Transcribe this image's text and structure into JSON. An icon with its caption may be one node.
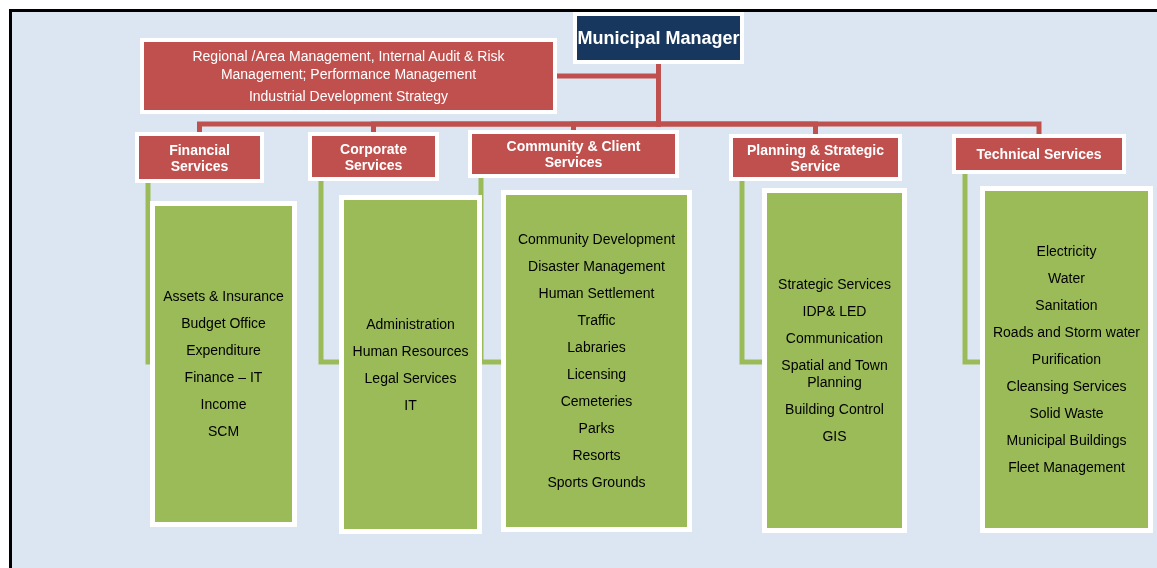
{
  "diagram": {
    "nodes": [
      {
        "text": [
          "Municipal Manager"
        ]
      },
      {
        "text": [
          "Regional /Area Management, Internal Audit & Risk Management; Performance Management",
          "Industrial Development Strategy"
        ]
      },
      {
        "text": [
          "Financial Services"
        ]
      },
      {
        "text": [
          "Corporate Services"
        ]
      },
      {
        "text": [
          "Community & Client Services"
        ]
      },
      {
        "text": [
          "Planning & Strategic Service"
        ]
      },
      {
        "text": [
          "Technical Services"
        ]
      },
      {
        "text": [
          "Assets & Insurance",
          "Budget Office",
          "Expenditure",
          "Finance – IT",
          "Income",
          "SCM"
        ]
      },
      {
        "text": [
          "Administration",
          "Human Resources",
          "Legal Services",
          "IT"
        ]
      },
      {
        "text": [
          "Community Development",
          "Disaster Management",
          "Human Settlement",
          "Traffic",
          "Labraries",
          "Licensing",
          "Cemeteries",
          "Parks",
          "Resorts",
          "Sports Grounds"
        ]
      },
      {
        "text": [
          "Strategic Services",
          "IDP& LED",
          "Communication",
          "Spatial and Town Planning",
          "Building Control",
          "GIS"
        ]
      },
      {
        "text": [
          "Electricity",
          "Water",
          "Sanitation",
          "Roads and Storm water",
          "Purification",
          "Cleansing Services",
          "Solid Waste",
          "Municipal Buildings",
          "Fleet Management"
        ]
      }
    ],
    "edges": [
      {
        "from": 0,
        "to": 1,
        "arrow": "none"
      },
      {
        "from": 0,
        "to": 2,
        "arrow": "none"
      },
      {
        "from": 0,
        "to": 3,
        "arrow": "none"
      },
      {
        "from": 0,
        "to": 4,
        "arrow": "none"
      },
      {
        "from": 0,
        "to": 5,
        "arrow": "none"
      },
      {
        "from": 0,
        "to": 6,
        "arrow": "none"
      },
      {
        "from": 2,
        "to": 7,
        "arrow": "none",
        "color": "#9bbb59"
      },
      {
        "from": 3,
        "to": 8,
        "arrow": "none",
        "color": "#9bbb59"
      },
      {
        "from": 4,
        "to": 9,
        "arrow": "none",
        "color": "#9bbb59"
      },
      {
        "from": 5,
        "to": 10,
        "arrow": "none",
        "color": "#9bbb59"
      },
      {
        "from": 6,
        "to": 11,
        "arrow": "none",
        "color": "#9bbb59"
      }
    ]
  }
}
